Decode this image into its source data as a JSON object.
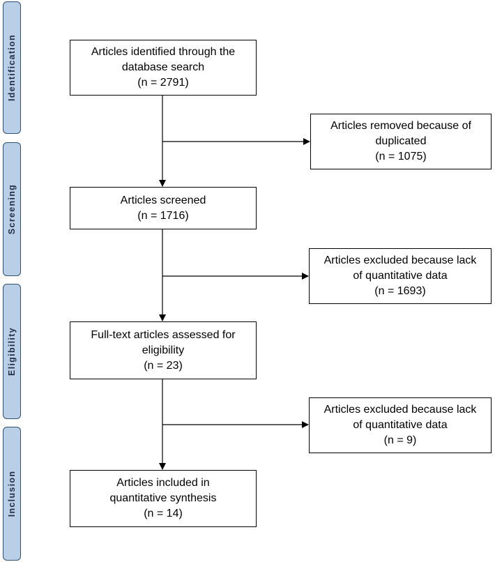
{
  "stages": [
    {
      "id": "identification",
      "label": "Identification"
    },
    {
      "id": "screening",
      "label": "Screening"
    },
    {
      "id": "eligibility",
      "label": "Eligibility"
    },
    {
      "id": "inclusion",
      "label": "Inclusion"
    }
  ],
  "main_boxes": {
    "identified": {
      "line1": "Articles identified through the",
      "line2": "database search",
      "line3": "(n = 2791)"
    },
    "screened": {
      "line1": "Articles screened",
      "line2": "(n = 1716)"
    },
    "assessed": {
      "line1": "Full-text articles assessed for",
      "line2": "eligibility",
      "line3": "(n = 23)"
    },
    "included": {
      "line1": "Articles included in",
      "line2": "quantitative synthesis",
      "line3": "(n = 14)"
    }
  },
  "side_boxes": {
    "removed_duplicates": {
      "line1": "Articles removed because of",
      "line2": "duplicated",
      "line3": "(n = 1075)"
    },
    "excluded_screening": {
      "line1": "Articles excluded because lack",
      "line2": "of quantitative data",
      "line3": "(n = 1693)"
    },
    "excluded_eligibility": {
      "line1": "Articles excluded because lack",
      "line2": "of quantitative data",
      "line3": "(n = 9)"
    }
  }
}
